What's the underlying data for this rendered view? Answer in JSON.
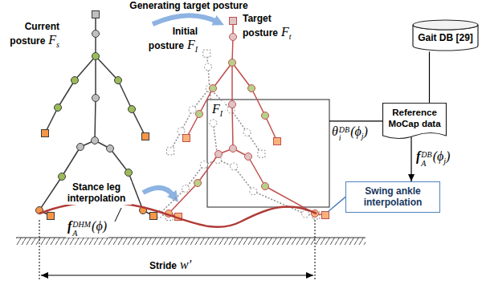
{
  "diagram": {
    "nodes": [
      {
        "text": [
          "Gait DB [29]"
        ]
      },
      {
        "text": [
          "Reference MoCap data"
        ]
      },
      {
        "text": [
          "Swing ankle interpolation"
        ]
      }
    ],
    "edges": [
      {
        "from": 0,
        "to": 1,
        "arrow": "none"
      },
      {
        "from": 1,
        "to": 2,
        "arrow": "to"
      }
    ],
    "labels": [
      "Generating target posture",
      "Current posture",
      "F",
      "s",
      "Initial posture",
      "F",
      "I",
      "Target posture",
      "F",
      "t",
      "F",
      "I",
      "Stance leg interpolation",
      "f",
      "DHM",
      "A",
      "(ϕ)",
      "θ",
      "DB",
      "i",
      "(ϕ",
      "j",
      ")",
      "f",
      "DB",
      "A",
      "(ϕ",
      "j",
      ")",
      "Stride",
      "w′"
    ]
  }
}
